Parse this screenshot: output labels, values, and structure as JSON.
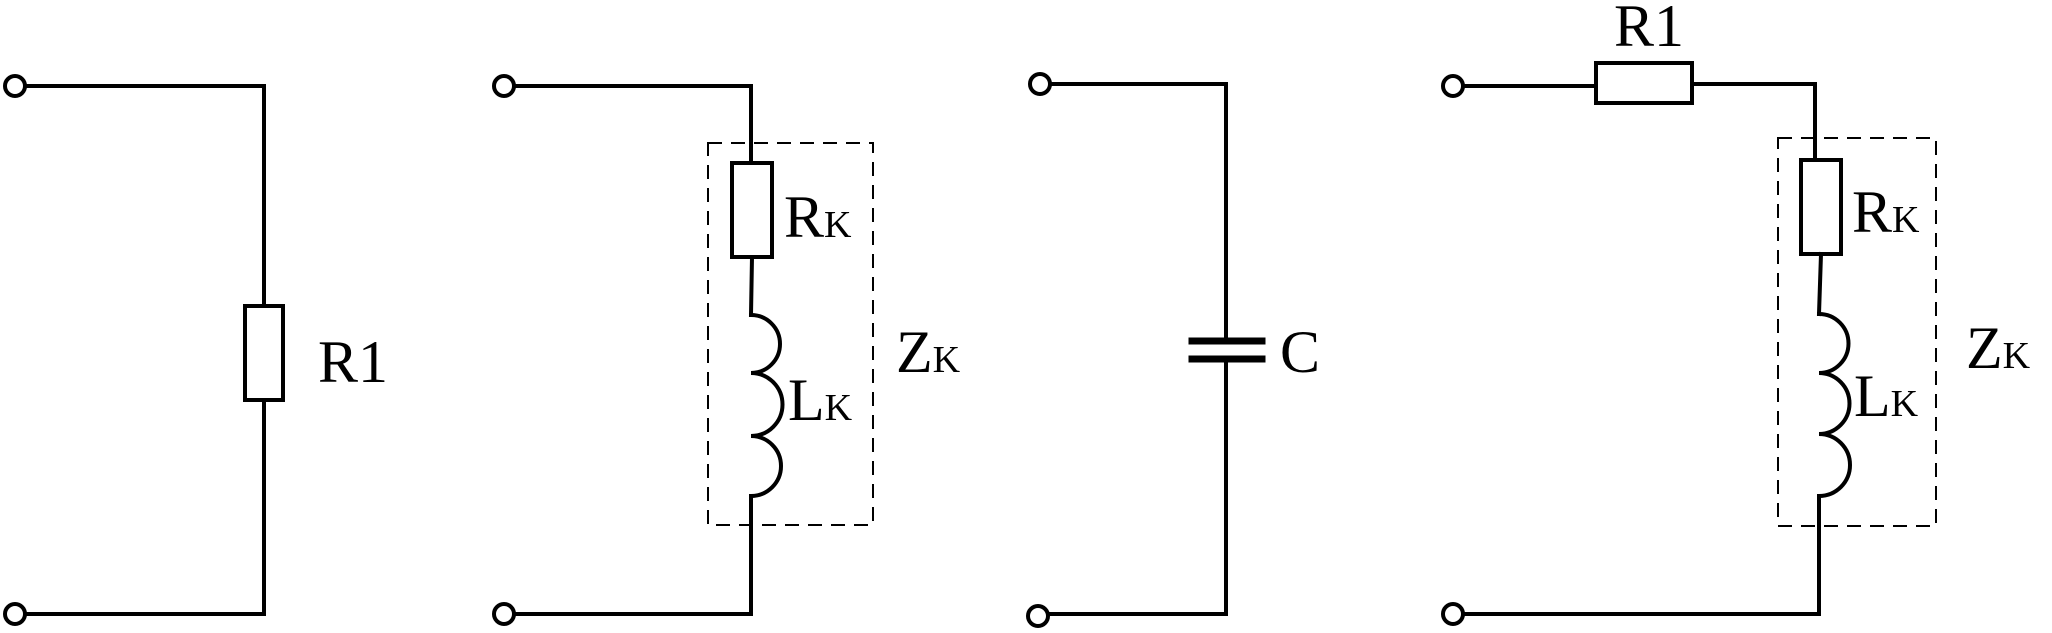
{
  "circuit1": {
    "resistor_label": "R1"
  },
  "circuit2": {
    "resistor_main": "R",
    "resistor_sub": "K",
    "inductor_main": "L",
    "inductor_sub": "K",
    "impedance_main": "Z",
    "impedance_sub": "K"
  },
  "circuit3": {
    "capacitor_label": "C"
  },
  "circuit4": {
    "series_resistor_label": "R1",
    "resistor_main": "R",
    "resistor_sub": "K",
    "inductor_main": "L",
    "inductor_sub": "K",
    "impedance_main": "Z",
    "impedance_sub": "K"
  }
}
